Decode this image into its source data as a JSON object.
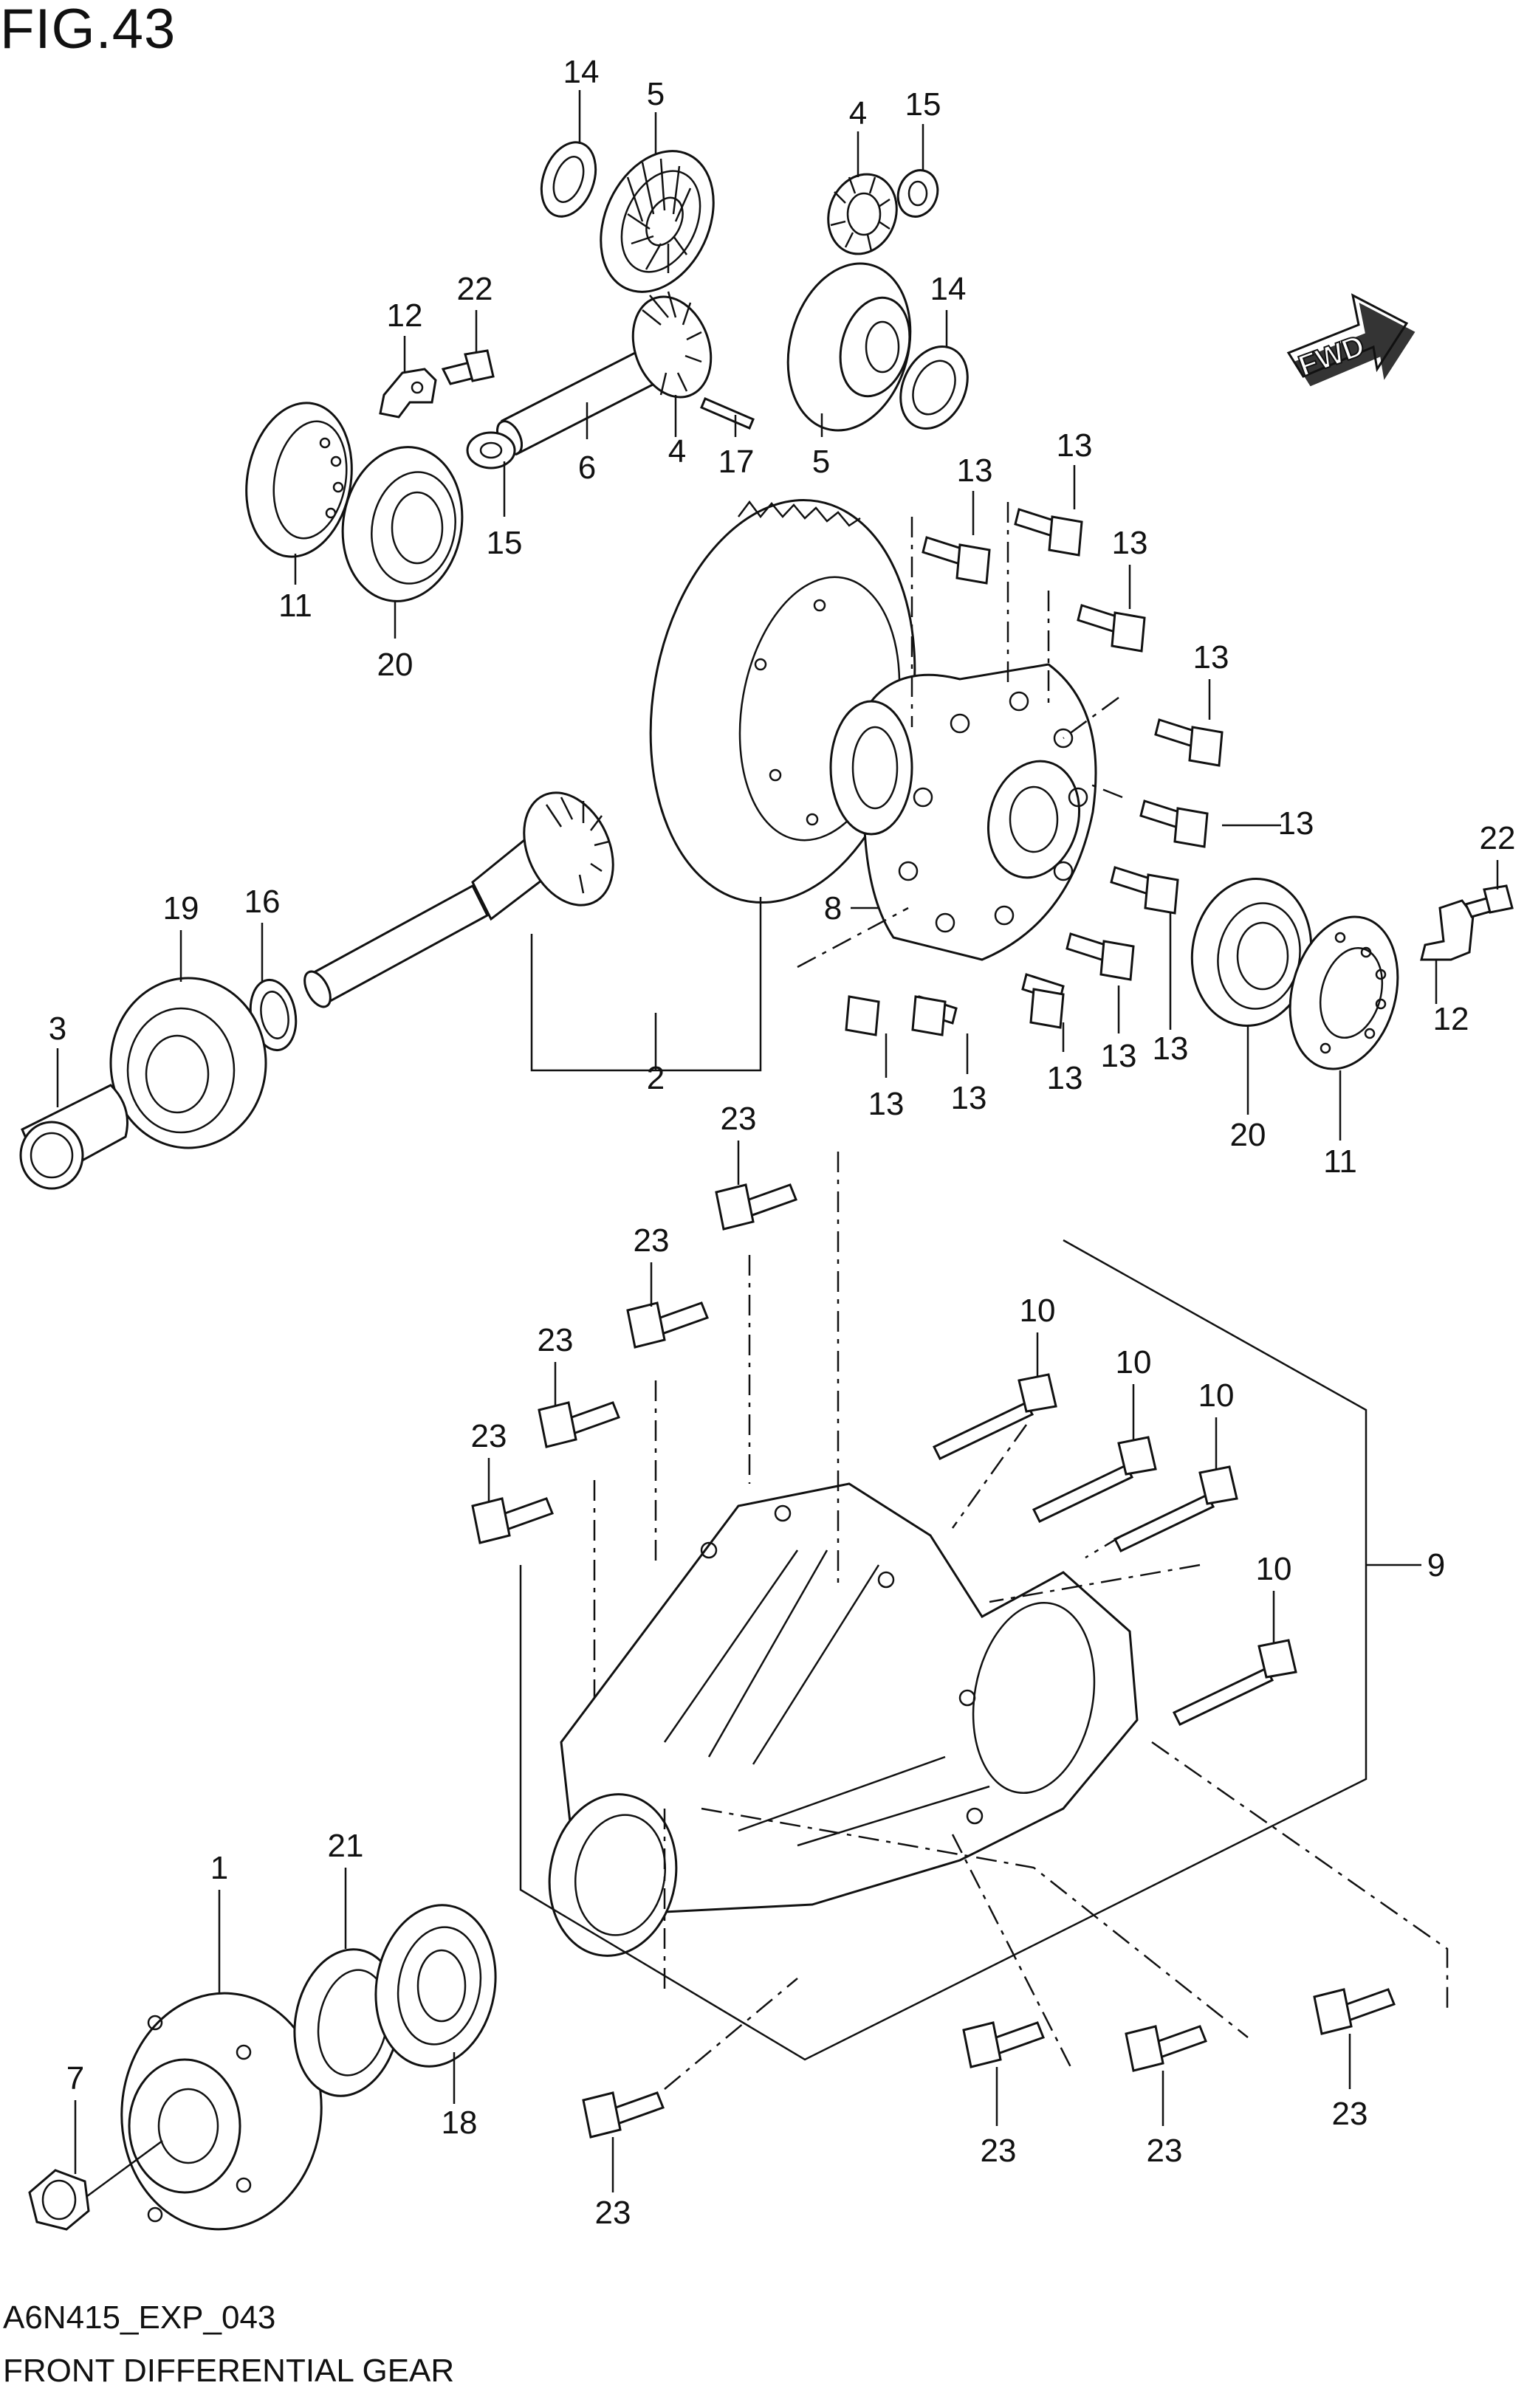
{
  "figure_title": "FIG.43",
  "footer": {
    "code": "A6N415_EXP_043",
    "name": "FRONT DIFFERENTIAL GEAR"
  },
  "direction_badge": "FWD",
  "callouts": [
    {
      "id": "c14a",
      "text": "14"
    },
    {
      "id": "c5a",
      "text": "5"
    },
    {
      "id": "c4a",
      "text": "4"
    },
    {
      "id": "c15a",
      "text": "15"
    },
    {
      "id": "c14b",
      "text": "14"
    },
    {
      "id": "c22a",
      "text": "22"
    },
    {
      "id": "c12a",
      "text": "12"
    },
    {
      "id": "c6",
      "text": "6"
    },
    {
      "id": "c4b",
      "text": "4"
    },
    {
      "id": "c17",
      "text": "17"
    },
    {
      "id": "c5b",
      "text": "5"
    },
    {
      "id": "c15b",
      "text": "15"
    },
    {
      "id": "c11a",
      "text": "11"
    },
    {
      "id": "c20a",
      "text": "20"
    },
    {
      "id": "c13a",
      "text": "13"
    },
    {
      "id": "c13b",
      "text": "13"
    },
    {
      "id": "c13c",
      "text": "13"
    },
    {
      "id": "c13d",
      "text": "13"
    },
    {
      "id": "c13e",
      "text": "13"
    },
    {
      "id": "c22b",
      "text": "22"
    },
    {
      "id": "c19",
      "text": "19"
    },
    {
      "id": "c16",
      "text": "16"
    },
    {
      "id": "c3",
      "text": "3"
    },
    {
      "id": "c8",
      "text": "8"
    },
    {
      "id": "c2",
      "text": "2"
    },
    {
      "id": "c13f",
      "text": "13"
    },
    {
      "id": "c13g",
      "text": "13"
    },
    {
      "id": "c13h",
      "text": "13"
    },
    {
      "id": "c13i",
      "text": "13"
    },
    {
      "id": "c13j",
      "text": "13"
    },
    {
      "id": "c12b",
      "text": "12"
    },
    {
      "id": "c20b",
      "text": "20"
    },
    {
      "id": "c11b",
      "text": "11"
    },
    {
      "id": "c23a",
      "text": "23"
    },
    {
      "id": "c23b",
      "text": "23"
    },
    {
      "id": "c23c",
      "text": "23"
    },
    {
      "id": "c23d",
      "text": "23"
    },
    {
      "id": "c10a",
      "text": "10"
    },
    {
      "id": "c10b",
      "text": "10"
    },
    {
      "id": "c10c",
      "text": "10"
    },
    {
      "id": "c10d",
      "text": "10"
    },
    {
      "id": "c9",
      "text": "9"
    },
    {
      "id": "c1",
      "text": "1"
    },
    {
      "id": "c21",
      "text": "21"
    },
    {
      "id": "c7",
      "text": "7"
    },
    {
      "id": "c18",
      "text": "18"
    },
    {
      "id": "c23e",
      "text": "23"
    },
    {
      "id": "c23f",
      "text": "23"
    },
    {
      "id": "c23g",
      "text": "23"
    },
    {
      "id": "c23h",
      "text": "23"
    }
  ]
}
